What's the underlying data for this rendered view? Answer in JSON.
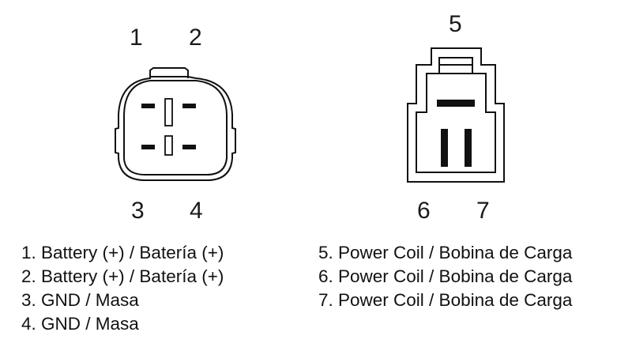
{
  "connector_a": {
    "pin_labels": [
      "1",
      "2",
      "3",
      "4"
    ]
  },
  "connector_b": {
    "pin_labels": [
      "5",
      "6",
      "7"
    ]
  },
  "legend_left": [
    "1. Battery (+) / Batería (+)",
    "2. Battery (+) / Batería (+)",
    "3. GND / Masa",
    "4. GND / Masa"
  ],
  "legend_right": [
    "5. Power Coil / Bobina de Carga",
    "6. Power Coil / Bobina de Carga",
    "7. Power Coil / Bobina de Carga"
  ],
  "colors": {
    "line": "#111111",
    "background": "#ffffff"
  }
}
